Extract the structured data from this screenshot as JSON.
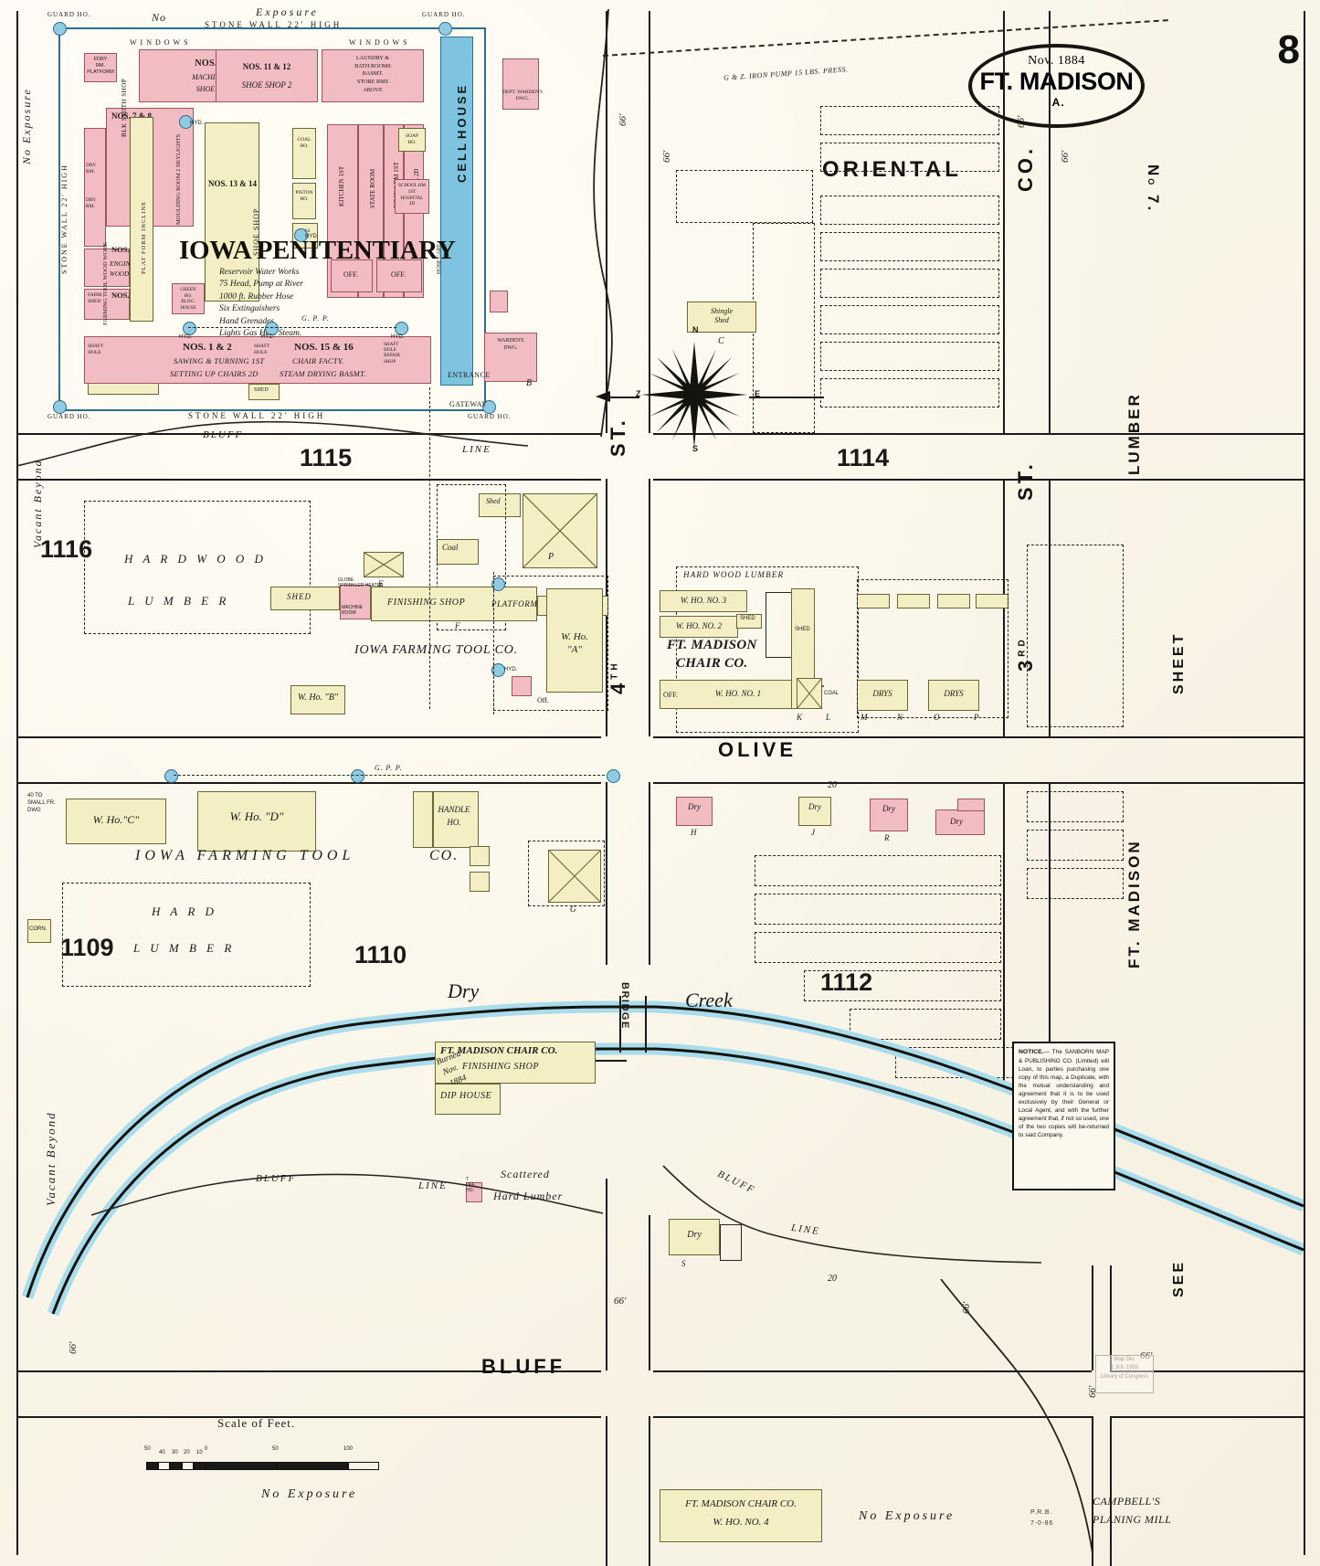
{
  "sheet": {
    "number": "8",
    "title_date": "Nov. 1884",
    "title_city": "FT. MADISON",
    "title_state": "IA.",
    "publisher_mark": "P.R.B.",
    "publisher_mark_sub": "7-0-86",
    "loc_stamp": [
      "Map Div.",
      "1 JUL 1955",
      "Library of Congress"
    ]
  },
  "notice": {
    "heading": "NOTICE.",
    "body": "— The SANBORN MAP & PUBLISHING CO. (Limited) will Loan, to parties purchasing one copy of this map, a Duplicate, with the mutual understanding and agreement that it is to be used exclusively by their General or Local Agent, and with the further agreement that, if not so used, one of the two copies will be-returned to said Company.",
    "bold_words": [
      "NOTICE.",
      "Loan,",
      "Duplicate,"
    ]
  },
  "scale": {
    "label": "Scale of Feet.",
    "ticks": [
      "50",
      "40",
      "30",
      "20",
      "10",
      "0",
      "50",
      "100"
    ]
  },
  "streets": [
    {
      "name": "ORIENTAL",
      "orientation": "horizontal"
    },
    {
      "name": "OLIVE",
      "orientation": "horizontal"
    },
    {
      "name": "BLUFF",
      "orientation": "horizontal"
    },
    {
      "name": "4TH ST.",
      "orientation": "vertical"
    },
    {
      "name": "3RD ST.",
      "orientation": "vertical"
    }
  ],
  "street_widths": [
    "66'",
    "66'",
    "66'",
    "66'",
    "66'",
    "66'",
    "66'",
    "20",
    "20"
  ],
  "block_numbers": [
    "1115",
    "1116",
    "1114",
    "1109",
    "1110",
    "1112"
  ],
  "edge_notes": {
    "top_left": "No Exposure",
    "left_upper": "No Exposure",
    "left_mid": "Vacant Beyond",
    "left_lower": "Vacant Beyond",
    "right_top": "See Sheet No. 7.",
    "right_mid": "Lumber Sheet",
    "right_lower": "Ft. Madison",
    "right_bottom": "See",
    "bottom_left": "No Exposure",
    "bottom_mid": "No Exposure"
  },
  "penitentiary": {
    "name": "IOWA PENITENTIARY",
    "fire_notes": [
      "Reservoir Water Works",
      "75 Head, Pump at River",
      "1000 ft. Rubber Hose",
      "Six Extinguishers",
      "Hand Grenades",
      "Lights Gas Heat Steam."
    ],
    "wall_top": "STONE WALL 22' HIGH",
    "wall_bottom": "STONE WALL 22' HIGH",
    "wall_left": "STONE WALL 22' HIGH",
    "guard_houses": [
      "GUARD HO.",
      "GUARD HO.",
      "GUARD HO.",
      "GUARD HO."
    ],
    "windows_note": "WINDOWS",
    "buildings": [
      {
        "label": "NOS. 9 & 10",
        "sub": "MACHINE SH. 1ST",
        "sub2": "SHOE SHOP 2D"
      },
      {
        "label": "NOS. 11 & 12",
        "sub": "SHOE SHOP 2"
      },
      {
        "label": "NOS. 7 & 8",
        "sub": ""
      },
      {
        "label": "NOS. 13 & 14",
        "sub": "SHOE SHOP"
      },
      {
        "label": "NOS. 5 & 6",
        "sub": "ENGINE"
      },
      {
        "label": "NOS. 3 & 4",
        "sub": ""
      },
      {
        "label": "NOS. 1 & 2",
        "sub": "SAWING & TURNING 1ST",
        "sub2": "SETTING UP CHAIRS 2D"
      },
      {
        "label": "NOS. 15 & 16",
        "sub": "CHAIR FACTY.",
        "sub2": "STEAM DRYING BASMT."
      },
      {
        "label": "LAUNDRY & BATH ROOMS BASMT.",
        "sub": "STORE RMS ABOVE"
      },
      {
        "label": "SCHOOL RM 1ST",
        "sub": "HOSPITAL 2D"
      },
      {
        "label": "DINING RM 1ST",
        "sub": "CHAPEL 2D"
      },
      {
        "label": "CELL HOUSE",
        "sub": ""
      },
      {
        "label": "WARDEN'S DWG.",
        "sub": ""
      },
      {
        "label": "DEPT. WARDEN'S DWG.",
        "sub": ""
      },
      {
        "label": "SOAP HO.",
        "sub": ""
      },
      {
        "label": "COAL HO.",
        "sub": ""
      },
      {
        "label": "PISTON HO.",
        "sub": ""
      },
      {
        "label": "GAS HO.",
        "sub": ""
      },
      {
        "label": "GREEN HO.",
        "sub": ""
      },
      {
        "label": "OFF.",
        "sub": ""
      },
      {
        "label": "OFF.",
        "sub": ""
      },
      {
        "label": "SHED",
        "sub": ""
      },
      {
        "label": "FARMING TOOL WOOD WORK",
        "sub": ""
      },
      {
        "label": "BLK SMITH SHOP",
        "sub": ""
      },
      {
        "label": "PLATFORM INCLINE",
        "sub": ""
      },
      {
        "label": "DRY RM.",
        "sub": ""
      },
      {
        "label": "DRY RM.",
        "sub": ""
      },
      {
        "label": "FDRY RM.",
        "sub": ""
      },
      {
        "label": "FARM SHED",
        "sub": ""
      },
      {
        "label": "SHAFT HOLE",
        "sub": ""
      },
      {
        "label": "SHAFT HOLE",
        "sub": ""
      },
      {
        "label": "SHAFT HOLE",
        "sub": ""
      },
      {
        "label": "ENTRANCE",
        "sub": ""
      },
      {
        "label": "GATEWAY",
        "sub": ""
      }
    ]
  },
  "iowa_farming_tool": {
    "name_upper": "IOWA FARMING TOOL CO.",
    "name_lower": "IOWA  FARMING  TOOL  CO.",
    "features": [
      "HARDWOOD LUMBER",
      "HARD LUMBER",
      "SHED",
      "SHED",
      "COAL",
      "FINISHING SHOP",
      "GLOBE SPRINKLER HEATER",
      "MOULDING MACHINE",
      "PLATFORM",
      "W. HO. \"A\"",
      "W. HO. \"B\"",
      "W. HO. \"C\"",
      "W. HO. \"D\"",
      "HANDLE HO.",
      "OFF.",
      "CORN.",
      "40 TO SMALL FR. DWG"
    ]
  },
  "chair_co": {
    "name": "FT. MADISON CHAIR CO.",
    "warehouses": [
      "W. HO. NO. 3",
      "W. HO. NO. 2",
      "W. HO. NO. 1",
      "W. HO. NO. 4"
    ],
    "notes": [
      "HARD WOOD LUMBER",
      "SHED",
      "SHED",
      "OFF.",
      "COAL"
    ],
    "dry_houses": [
      "DRY",
      "DRY",
      "DRY",
      "DRY",
      "DRY",
      "DRY",
      "DRY"
    ],
    "key_letters": [
      "A",
      "B",
      "C",
      "D",
      "E",
      "F",
      "G",
      "H",
      "J",
      "K",
      "L",
      "M",
      "N",
      "O",
      "P",
      "R",
      "S",
      "T"
    ],
    "burned": {
      "name": "FT. MADISON CHAIR CO.",
      "burn_note": "BURNED NOV. 1884",
      "shops": [
        "FINISHING SHOP",
        "DIP HOUSE"
      ]
    },
    "south_warehouse": {
      "name": "FT. MADISON CHAIR CO.",
      "sub": "W. HO. NO. 4"
    }
  },
  "creek": {
    "name_left": "Dry",
    "name_right": "Creek",
    "bridge": "BRIDGE"
  },
  "bluff_lines": [
    "BLUFF LINE",
    "BLUFF LINE",
    "BLUFF LINE"
  ],
  "misc_labels": [
    "SHINGLE SHED",
    "SCATTERED HARD LUMBER",
    "CAMPBELL'S PLANING MILL",
    "G.P.P.",
    "HYD.",
    "G. & Z. IRON PUMP 15 LBS. PRESS."
  ],
  "compass": {
    "north": "N",
    "south": "S",
    "east": "E",
    "west": "Z"
  }
}
